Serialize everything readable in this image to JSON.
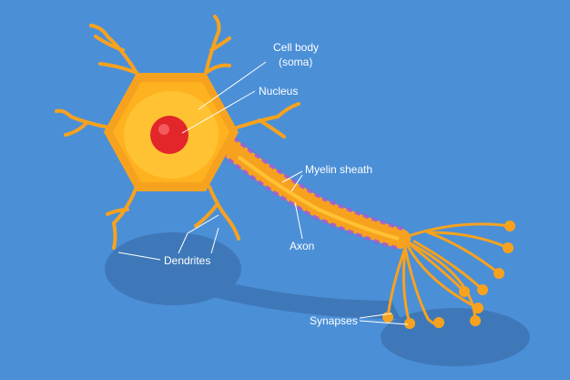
{
  "labels": {
    "cell_body_line1": "Cell body",
    "cell_body_line2": "(soma)",
    "nucleus": "Nucleus",
    "myelin": "Myelin sheath",
    "axon": "Axon",
    "dendrites": "Dendrites",
    "synapses": "Synapses"
  },
  "colors": {
    "background": "#4b8fd7",
    "shadow": "#3f78b8",
    "neuron": "#f7a21f",
    "soma_light": "#ffc233",
    "nucleus": "#e2262a",
    "myelin": "#a45bd6"
  }
}
